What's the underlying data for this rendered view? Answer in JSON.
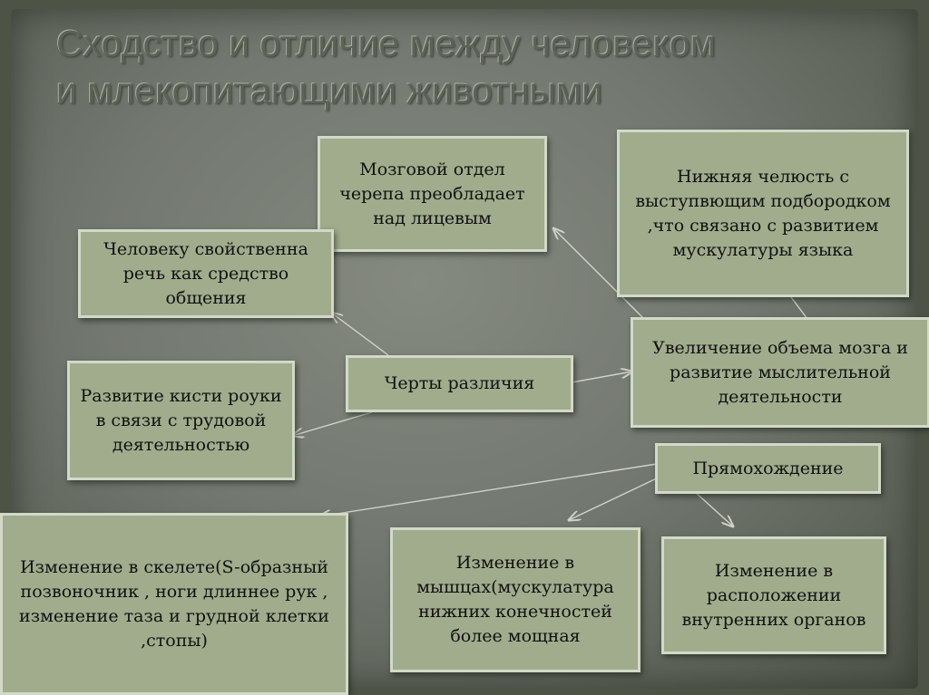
{
  "title_line1": "Сходство и отличие между человеком",
  "title_line2": "и млекопитающими животными",
  "center": "Черты различия",
  "boxes": {
    "brain_cranium": "Мозговой отдел черепа преобладает над лицевым",
    "jaw": "Нижняя челюсть с выступвющим подбородком ,что связано с развитием мускулатуры языка",
    "speech": "Человеку свойственна речь как средство общения",
    "brain_volume": "Увеличение объема мозга и развитие мыслительной деятельности",
    "hand": "Развитие кисти роуки в связи с трудовой деятельностью",
    "upright": "Прямохождение",
    "skeleton": "Изменение в скелете(S-образный позвоночник , ноги длиннее рук , изменение таза и грудной клетки ,стопы)",
    "muscles": "Изменение в мышцах(мускулатура нижних конечностей более мощная",
    "organs": "Изменение в расположении внутренних органов"
  },
  "colors": {
    "box_fill": "#a0ac8c",
    "box_border": "#d3d9c8",
    "arrow": "#cfd3c8",
    "background": "#737870"
  }
}
